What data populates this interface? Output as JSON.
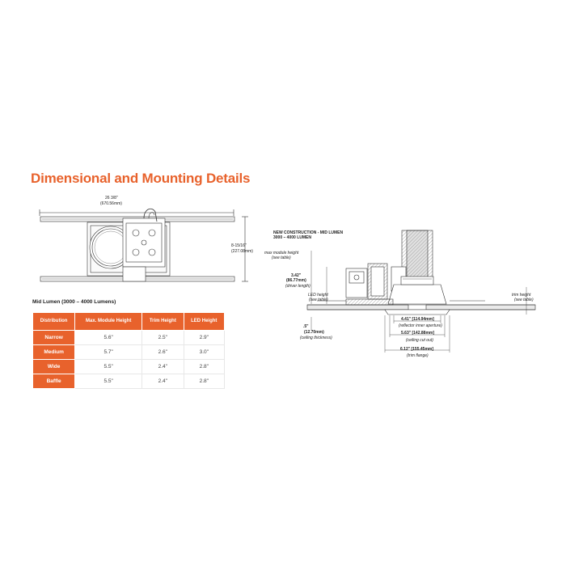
{
  "title": "Dimensional and Mounting Details",
  "left_drawing": {
    "width_dim": "26 3/8\"",
    "width_mm": "(670.56mm)",
    "height_dim": "8-15/16\"",
    "height_mm": "(227.08mm)"
  },
  "table": {
    "subtitle": "Mid Lumen (3000 – 4000 Lumens)",
    "headers": [
      "Distribution",
      "Max. Module Height",
      "Trim Height",
      "LED Height"
    ],
    "rows": [
      [
        "Narrow",
        "5.6\"",
        "2.5\"",
        "2.9\""
      ],
      [
        "Medium",
        "5.7\"",
        "2.6\"",
        "3.0\""
      ],
      [
        "Wide",
        "5.5\"",
        "2.4\"",
        "2.8\""
      ],
      [
        "Baffle",
        "5.5\"",
        "2.4\"",
        "2.8\""
      ]
    ]
  },
  "right_drawing": {
    "heading_line1": "NEW CONSTRUCTION - MID LUMEN",
    "heading_line2": "3000 – 4000 LUMEN",
    "max_module": "max module height",
    "max_module_sub": "(see table)",
    "dim_342": "3.42\"",
    "dim_342_mm": "(86.77mm)",
    "dim_342_sub": "(driver length)",
    "led_height": "LED height",
    "led_height_sub": "(see table)",
    "dim_5": ".5\"",
    "dim_5_mm": "(12.70mm)",
    "dim_5_sub": "(ceiling thickness)",
    "trim_height": "trim height",
    "trim_height_sub": "(see table)",
    "dim_441": "4.41\" [114.94mm]",
    "dim_441_sub": "(reflector inner aperture)",
    "dim_563": "5.63\" [142.88mm]",
    "dim_563_sub": "(ceiling cut out)",
    "dim_612": "6.12\" [155.45mm]",
    "dim_612_sub": "(trim flange)"
  }
}
